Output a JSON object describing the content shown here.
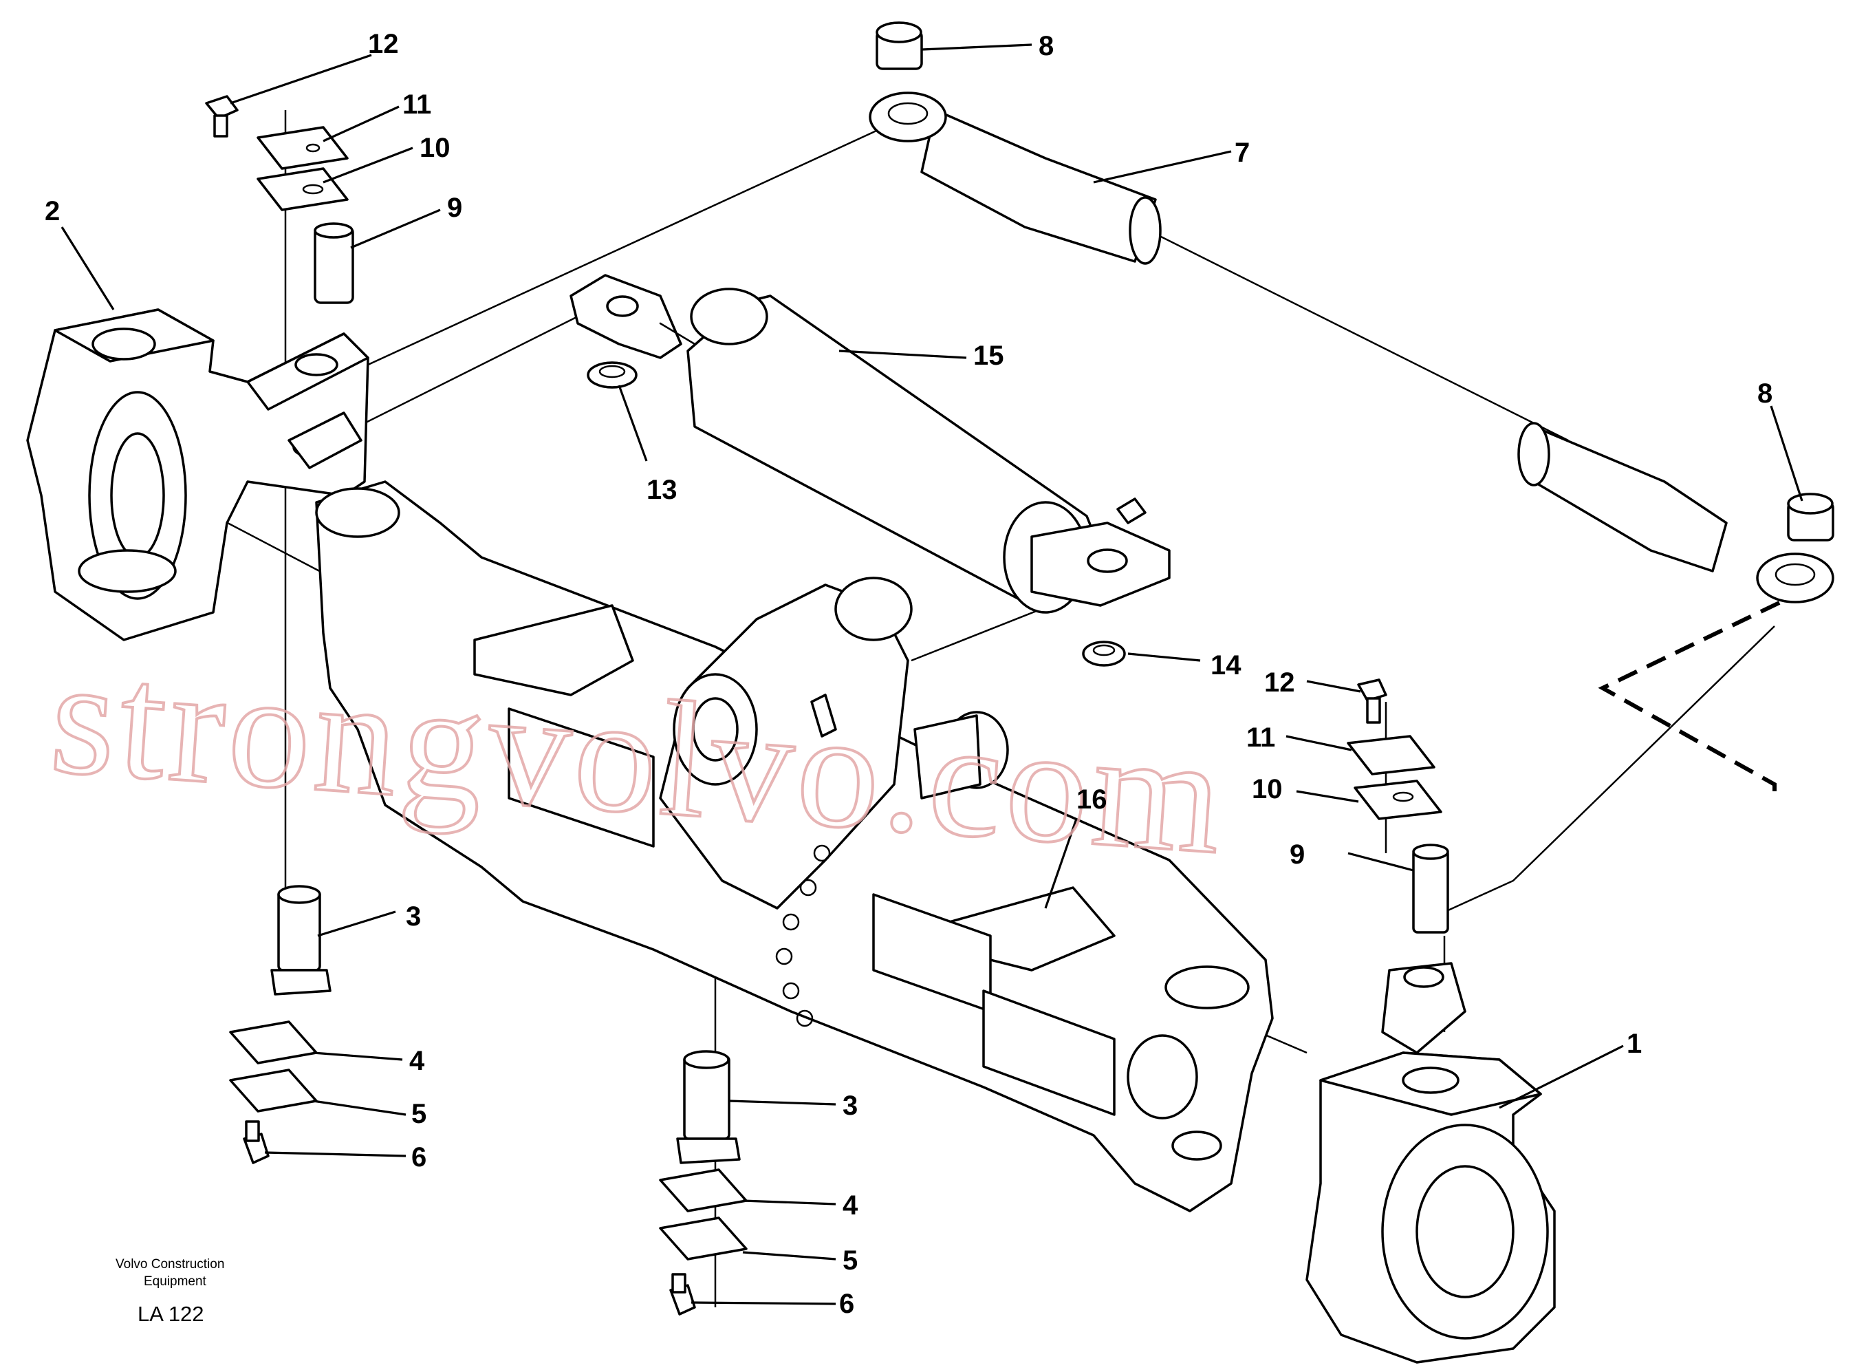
{
  "callouts": {
    "c1": "1",
    "c2": "2",
    "c3": "3",
    "c4": "4",
    "c5": "5",
    "c6": "6",
    "c7": "7",
    "c8": "8",
    "c9": "9",
    "c10": "10",
    "c11": "11",
    "c12": "12",
    "c13": "13",
    "c14": "14",
    "c15": "15",
    "c16": "16"
  },
  "footer": {
    "company_line1": "Volvo Construction",
    "company_line2": "Equipment",
    "drawing_code": "LA 122"
  },
  "watermark": "strongvolvo.com"
}
